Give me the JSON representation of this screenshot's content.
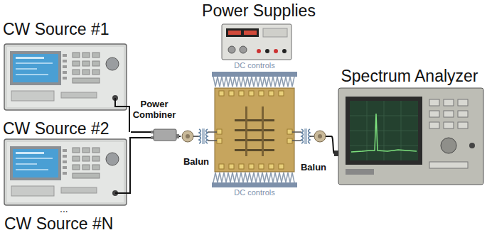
{
  "diagram": {
    "nodes": [
      {
        "text": [
          "Power Supplies"
        ]
      },
      {
        "text": [
          "CW Source #1"
        ]
      },
      {
        "text": [
          "CW Source #2"
        ]
      },
      {
        "text": [
          "Power Combiner"
        ]
      },
      {
        "text": [
          "Balun"
        ]
      },
      {
        "text": [
          "Balun"
        ]
      },
      {
        "text": [
          "Spectrum Analyzer"
        ]
      }
    ],
    "edges": [
      {
        "from": 1,
        "to": 3,
        "arrow": "none"
      },
      {
        "from": 2,
        "to": 3,
        "arrow": "none"
      },
      {
        "from": 3,
        "to": 4,
        "arrow": "none"
      },
      {
        "from": 5,
        "to": 6,
        "arrow": "none"
      }
    ],
    "labels": [
      "DC controls",
      "DC controls",
      "...",
      "CW Source #N"
    ]
  }
}
